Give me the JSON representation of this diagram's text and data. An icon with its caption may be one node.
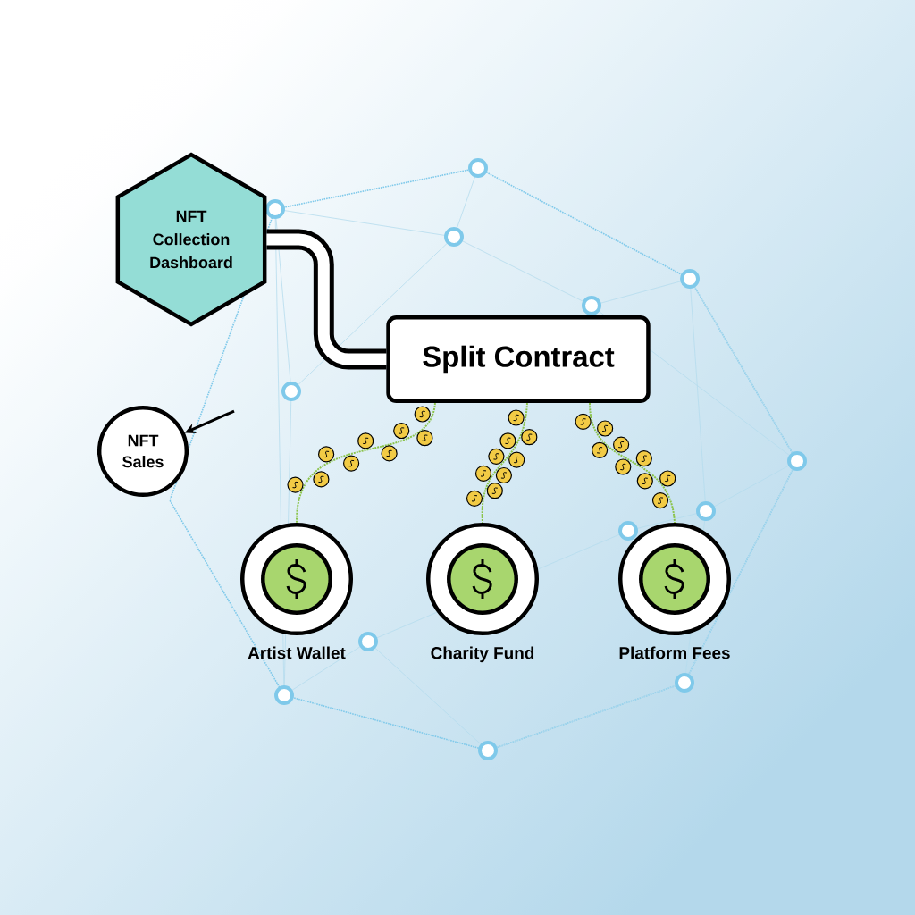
{
  "diagram": {
    "nodes": [
      {
        "text": [
          "NFT Collection Dashboard"
        ]
      },
      {
        "text": [
          "Split Contract"
        ]
      },
      {
        "text": [
          "NFT Sales"
        ]
      },
      {
        "text": [
          "Artist Wallet"
        ]
      },
      {
        "text": [
          "Charity Fund"
        ]
      },
      {
        "text": [
          "Platform Fees"
        ]
      }
    ],
    "edges": [
      {
        "from": 0,
        "to": 1,
        "arrow": "none",
        "style": "thick",
        "color": "#000000"
      },
      {
        "from": null,
        "to": 2,
        "arrow": "to",
        "color": "#000000"
      },
      {
        "from": 1,
        "to": 3,
        "arrow": "none",
        "style": "dashed",
        "color": "#8bc34a"
      },
      {
        "from": 1,
        "to": 4,
        "arrow": "none",
        "style": "dashed",
        "color": "#8bc34a"
      },
      {
        "from": 1,
        "to": 5,
        "arrow": "none",
        "style": "dashed",
        "color": "#8bc34a"
      }
    ]
  }
}
